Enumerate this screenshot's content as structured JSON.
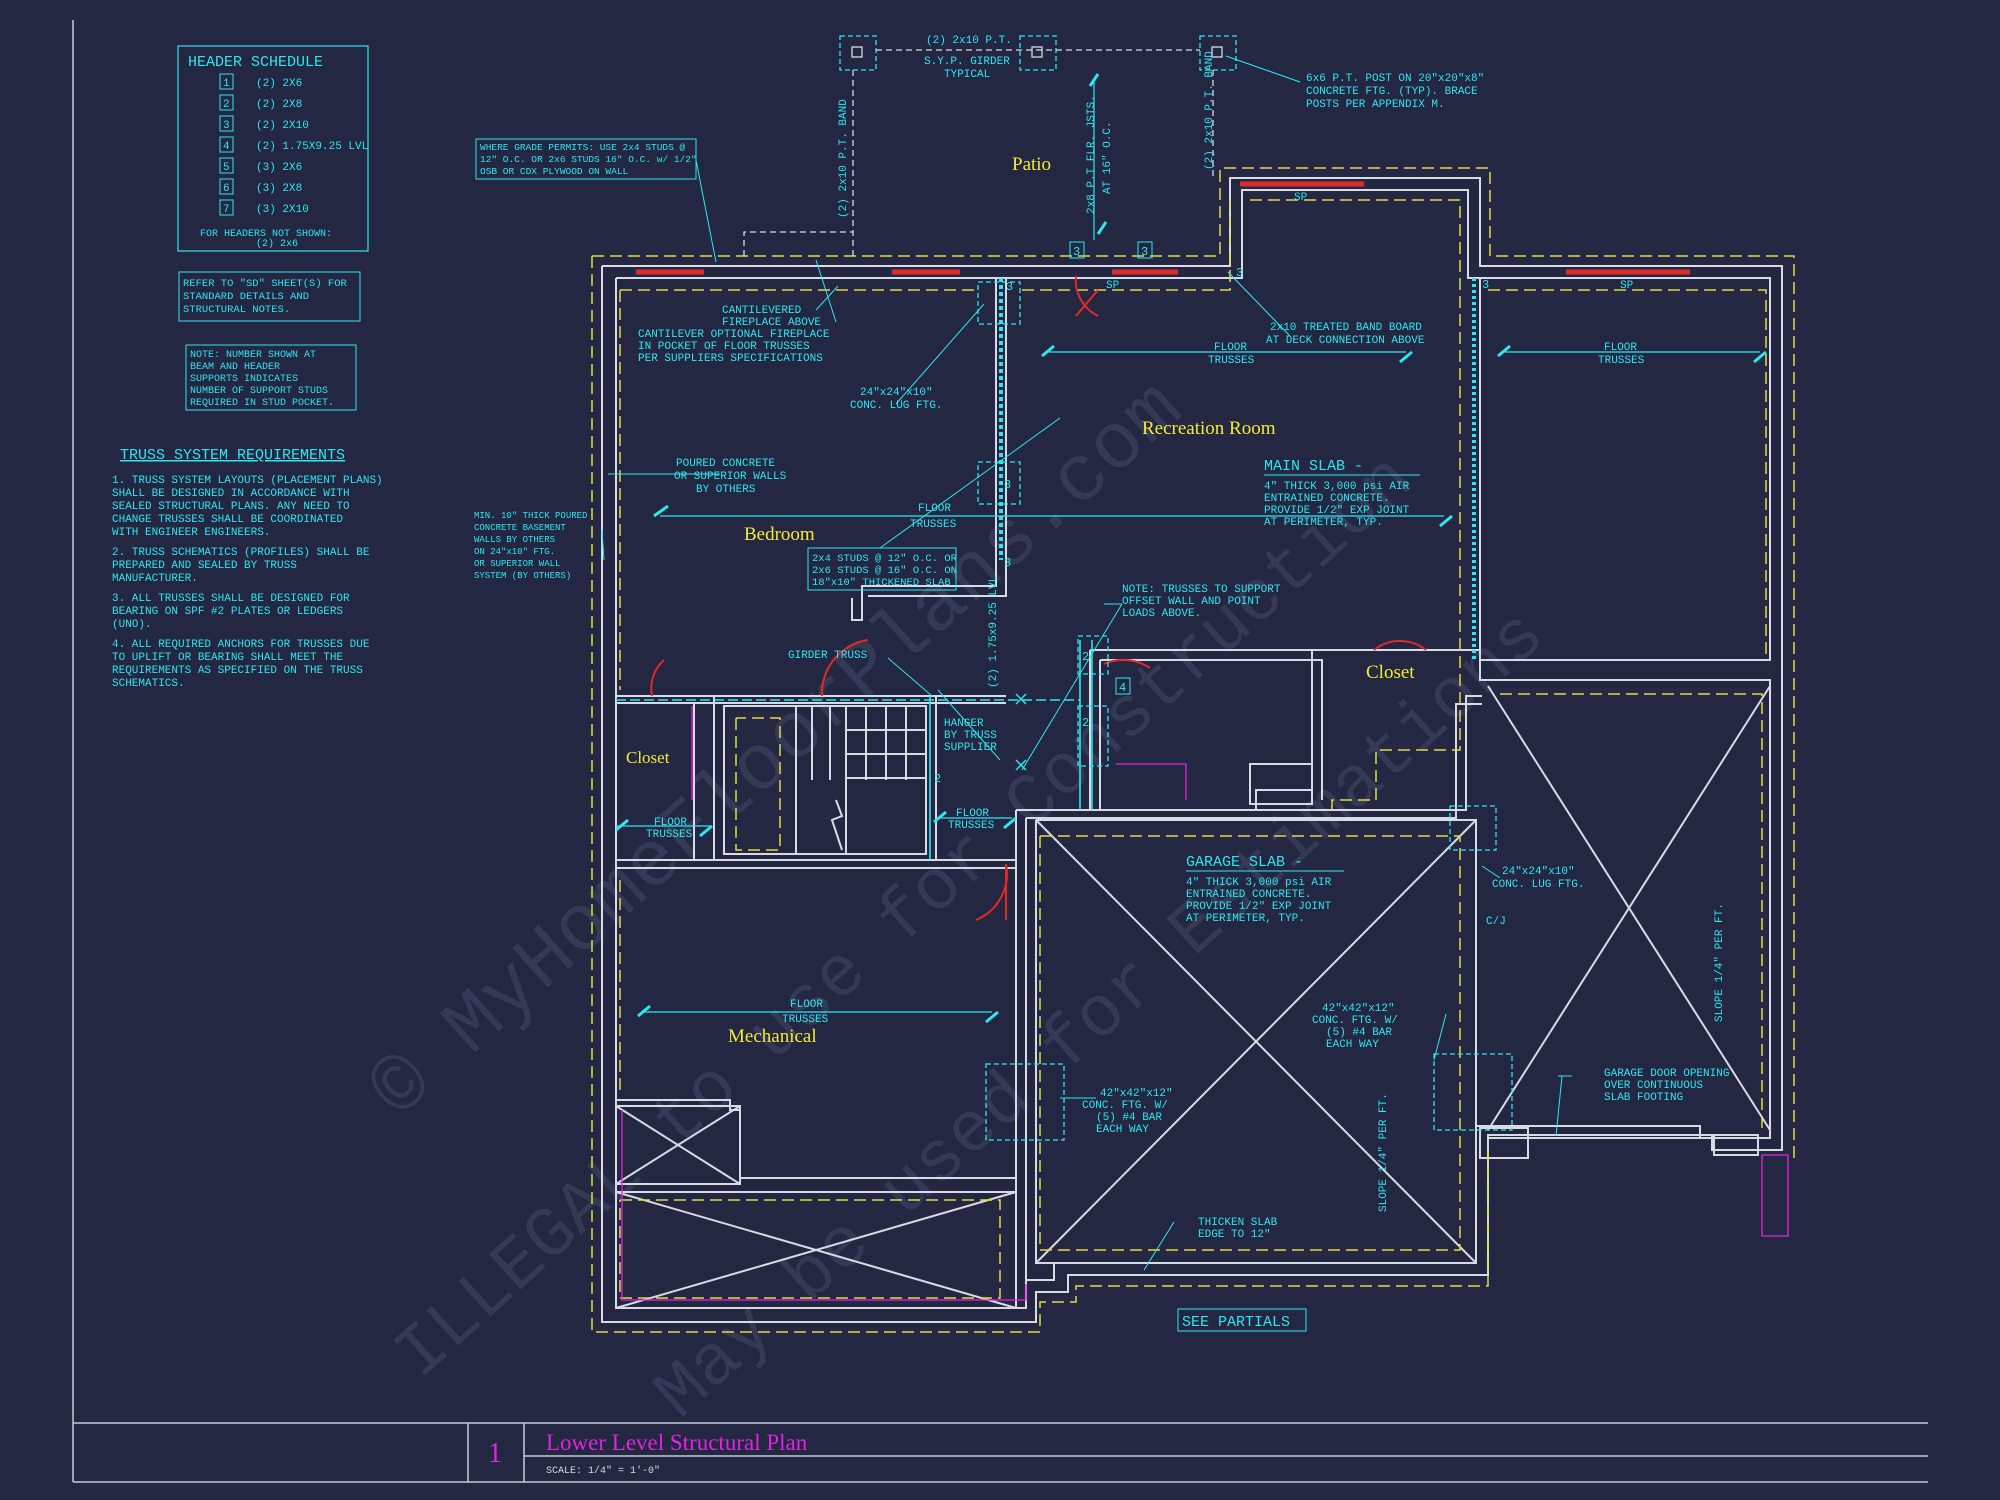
{
  "colors": {
    "background": "#232741",
    "wall": "#d8dae4",
    "annotation": "#2fe6f0",
    "dashed": "#e2d84a",
    "room_label": "#f4ea3a",
    "header_beam": "#e02a2a",
    "title": "#e024e0"
  },
  "header_schedule": {
    "title": "HEADER SCHEDULE",
    "rows": [
      {
        "num": "1",
        "label": "(2) 2X6"
      },
      {
        "num": "2",
        "label": "(2) 2X8"
      },
      {
        "num": "3",
        "label": "(2) 2X10"
      },
      {
        "num": "4",
        "label": "(2) 1.75X9.25 LVL"
      },
      {
        "num": "5",
        "label": "(3) 2X6"
      },
      {
        "num": "6",
        "label": "(3) 2X8"
      },
      {
        "num": "7",
        "label": "(3) 2X10"
      }
    ],
    "footer": [
      "FOR HEADERS NOT SHOWN:",
      "(2) 2x6"
    ]
  },
  "sd_note": [
    "REFER TO \"SD\" SHEET(S) FOR",
    "STANDARD DETAILS AND",
    "STRUCTURAL NOTES."
  ],
  "stud_note": [
    "NOTE: NUMBER SHOWN AT",
    "BEAM AND HEADER",
    "SUPPORTS INDICATES",
    "NUMBER OF SUPPORT STUDS",
    "REQUIRED IN STUD POCKET."
  ],
  "truss": {
    "title": "TRUSS SYSTEM REQUIREMENTS",
    "items": [
      [
        "1. TRUSS SYSTEM LAYOUTS (PLACEMENT PLANS)",
        "SHALL BE DESIGNED IN ACCORDANCE WITH",
        "SEALED STRUCTURAL PLANS. ANY NEED TO",
        "CHANGE TRUSSES SHALL BE COORDINATED",
        "WITH ENGINEER ENGINEERS."
      ],
      [
        "2. TRUSS SCHEMATICS (PROFILES) SHALL BE",
        "PREPARED AND SEALED BY TRUSS",
        "MANUFACTURER."
      ],
      [
        "3. ALL TRUSSES SHALL BE DESIGNED FOR",
        "BEARING ON SPF #2 PLATES OR LEDGERS",
        "(UNO)."
      ],
      [
        "4. ALL REQUIRED ANCHORS FOR TRUSSES DUE",
        "TO UPLIFT OR BEARING SHALL MEET THE",
        "REQUIREMENTS AS SPECIFIED ON THE TRUSS",
        "SCHEMATICS."
      ]
    ]
  },
  "grade_note": [
    "WHERE GRADE PERMITS: USE 2x4 STUDS @",
    "12\" O.C. OR 2x6 STUDS 16\" O.C. w/ 1/2\"",
    "OSB OR CDX PLYWOOD ON WALL"
  ],
  "basement_wall_note": [
    "MIN. 10\" THICK POURED",
    "CONCRETE BASEMENT",
    "WALLS BY OTHERS",
    "ON 24\"x10\" FTG.",
    "OR SUPERIOR WALL",
    "SYSTEM (BY OTHERS)"
  ],
  "rooms": {
    "patio": "Patio",
    "recreation": "Recreation Room",
    "bedroom": "Bedroom",
    "closet_left": "Closet",
    "closet_right": "Closet",
    "mechanical": "Mechanical"
  },
  "notes": {
    "girder": [
      "(2) 2x10 P.T.",
      "S.Y.P. GIRDER",
      "TYPICAL"
    ],
    "post": [
      "6x6 P.T. POST ON 20\"x20\"x8\"",
      "CONCRETE FTG. (TYP). BRACE",
      "POSTS PER APPENDIX M."
    ],
    "band_left": "(2) 2x10 P.T. BAND",
    "band_right": "(2) 2x10 P.T. BAND",
    "joists": [
      "2x8 P.T FLR. JSTS.",
      "AT 16\" O.C."
    ],
    "fireplace": [
      "CANTILEVERED",
      "FIREPLACE ABOVE",
      "CANTILEVER OPTIONAL FIREPLACE",
      "IN POCKET OF FLOOR TRUSSES",
      "PER SUPPLIERS SPECIFICATIONS"
    ],
    "lug_ftg_1": [
      "24\"x24\"x10\"",
      "CONC. LUG FTG."
    ],
    "lug_ftg_2": [
      "24\"x24\"x10\"",
      "CONC. LUG FTG."
    ],
    "poured_walls": [
      "POURED CONCRETE",
      "OR SUPERIOR WALLS",
      "BY OTHERS"
    ],
    "studs": [
      "2x4 STUDS @ 12\" O.C. OR",
      "2x6 STUDS @ 16\" O.C. ON",
      "18\"x10\" THICKENED SLAB"
    ],
    "band_board": [
      "2x10 TREATED BAND BOARD",
      "AT DECK CONNECTION ABOVE"
    ],
    "main_slab_title": "MAIN SLAB -",
    "main_slab": [
      "4\" THICK 3,000 psi AIR",
      "ENTRAINED CONCRETE.",
      "PROVIDE 1/2\" EXP JOINT",
      "AT PERIMETER, TYP."
    ],
    "truss_support": [
      "NOTE: TRUSSES TO SUPPORT",
      "OFFSET WALL AND POINT",
      "LOADS ABOVE."
    ],
    "girder_truss": "GIRDER TRUSS",
    "hanger": [
      "HANGER",
      "BY TRUSS",
      "SUPPLIER"
    ],
    "garage_slab_title": "GARAGE SLAB -",
    "garage_slab": [
      "4\" THICK 3,000 psi AIR",
      "ENTRAINED CONCRETE.",
      "PROVIDE 1/2\" EXP JOINT",
      "AT PERIMETER, TYP."
    ],
    "cj": "C/J",
    "conc_ftg_1": [
      "42\"x42\"x12\"",
      "CONC. FTG. W/",
      "(5) #4 BAR",
      "EACH WAY"
    ],
    "conc_ftg_2": [
      "42\"x42\"x12\"",
      "CONC. FTG. W/",
      "(5) #4 BAR",
      "EACH WAY"
    ],
    "garage_door": [
      "GARAGE DOOR OPENING",
      "OVER CONTINUOUS",
      "SLAB FOOTING"
    ],
    "slope_1": "SLOPE 1/4\" PER FT.",
    "slope_2": "SLOPE 1/4\" PER FT.",
    "thicken": [
      "THICKEN SLAB",
      "EDGE TO 12\""
    ],
    "lvl": "(2) 1.75x9.25 LVL",
    "see_partials": "SEE PARTIALS",
    "sp": "SP",
    "floor_trusses": [
      "FLOOR",
      "TRUSSES"
    ]
  },
  "tags": [
    "3",
    "3",
    "3",
    "3",
    "3",
    "3",
    "3",
    "2",
    "2",
    "2",
    "4"
  ],
  "title_block": {
    "number": "1",
    "title": "Lower Level Structural Plan",
    "scale": "SCALE: 1/4\" = 1'-0\""
  },
  "watermark": [
    "© MyHomeFloorPlans.com",
    "ILLEGAL to use for Construction",
    "May be used for Estimations"
  ]
}
